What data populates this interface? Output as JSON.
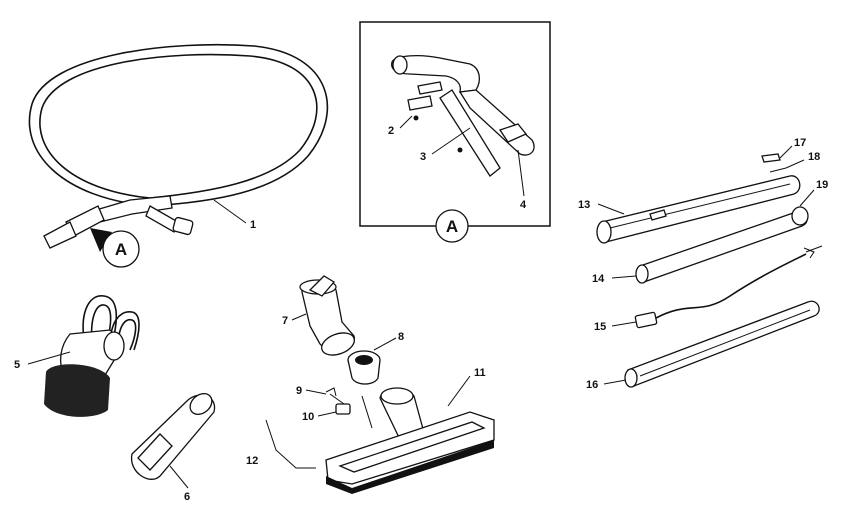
{
  "callouts": {
    "c1": "1",
    "c2": "2",
    "c3": "3",
    "c4": "4",
    "c5": "5",
    "c6": "6",
    "c7": "7",
    "c8": "8",
    "c9": "9",
    "c10": "10",
    "c11": "11",
    "c12": "12",
    "c13": "13",
    "c14": "14",
    "c15": "15",
    "c16": "16",
    "c17": "17",
    "c18": "18",
    "c19": "19"
  },
  "detail_marker": "A",
  "detail_box_label": "A"
}
